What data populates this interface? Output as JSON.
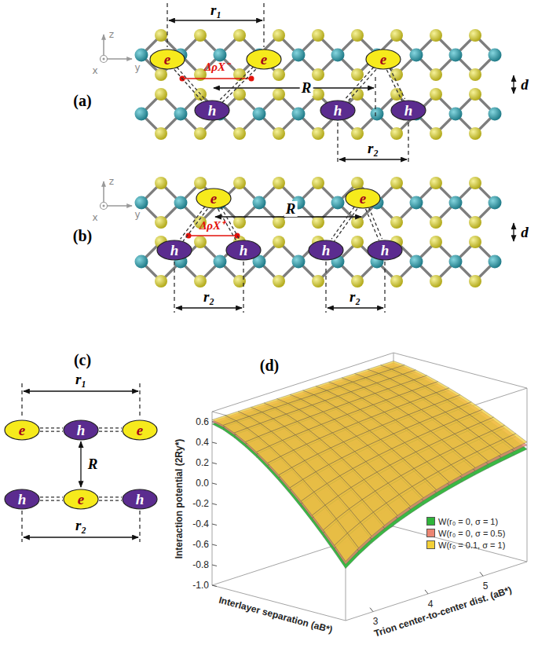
{
  "diagram": {
    "nodes": [
      {
        "text": [
          "e"
        ]
      },
      {
        "text": [
          "e"
        ]
      },
      {
        "text": [
          "e"
        ]
      },
      {
        "text": [
          "h"
        ]
      },
      {
        "text": [
          "h"
        ]
      },
      {
        "text": [
          "h"
        ]
      },
      {
        "text": [
          "e"
        ]
      },
      {
        "text": [
          "e"
        ]
      },
      {
        "text": [
          "h"
        ]
      },
      {
        "text": [
          "h"
        ]
      },
      {
        "text": [
          "h"
        ]
      },
      {
        "text": [
          "h"
        ]
      },
      {
        "text": [
          "e"
        ]
      },
      {
        "text": [
          "h"
        ]
      },
      {
        "text": [
          "e"
        ]
      },
      {
        "text": [
          "h"
        ]
      },
      {
        "text": [
          "e"
        ]
      },
      {
        "text": [
          "h"
        ]
      }
    ],
    "edges": [
      {
        "from": 0,
        "to": 3,
        "arrow": "none"
      },
      {
        "from": 1,
        "to": 3,
        "arrow": "none"
      },
      {
        "from": 2,
        "to": 4,
        "arrow": "none"
      },
      {
        "from": 2,
        "to": 5,
        "arrow": "none"
      },
      {
        "from": 6,
        "to": 8,
        "arrow": "none"
      },
      {
        "from": 6,
        "to": 9,
        "arrow": "none"
      },
      {
        "from": 7,
        "to": 10,
        "arrow": "none"
      },
      {
        "from": 7,
        "to": 11,
        "arrow": "none"
      },
      {
        "from": 12,
        "to": 13,
        "arrow": "none"
      },
      {
        "from": 13,
        "to": 14,
        "arrow": "none"
      },
      {
        "from": 15,
        "to": 16,
        "arrow": "none"
      },
      {
        "from": 16,
        "to": 17,
        "arrow": "none"
      }
    ],
    "labels": [
      "(a)",
      "z",
      "y",
      "x",
      "r₁",
      "ΔρX⁻",
      "R",
      "d",
      "r₂",
      "(b)",
      "z",
      "y",
      "x",
      "ΔρX⁺",
      "R",
      "d",
      "r₂",
      "r₂",
      "(c)",
      "r₁",
      "R",
      "r₂",
      "(d)",
      "Interaction potential (2Ry*)",
      "0.6",
      "0.4",
      "0.2",
      "0.0",
      "-0.2",
      "-0.4",
      "-0.6",
      "-0.8",
      "-1.0",
      "Interlayer separation (aB*)",
      "Trion center-to-center dist. (aB*)",
      "3",
      "4",
      "5"
    ],
    "legend": [
      {
        "text": "W(r₀ = 0, σ = 1)",
        "color": "#2fb53a"
      },
      {
        "text": "W(r₀ = 0, σ = 0.5)",
        "color": "#ec8572"
      },
      {
        "text": "W(r₀ = 0.1, σ = 1)",
        "color": "#f3cf38"
      }
    ]
  }
}
